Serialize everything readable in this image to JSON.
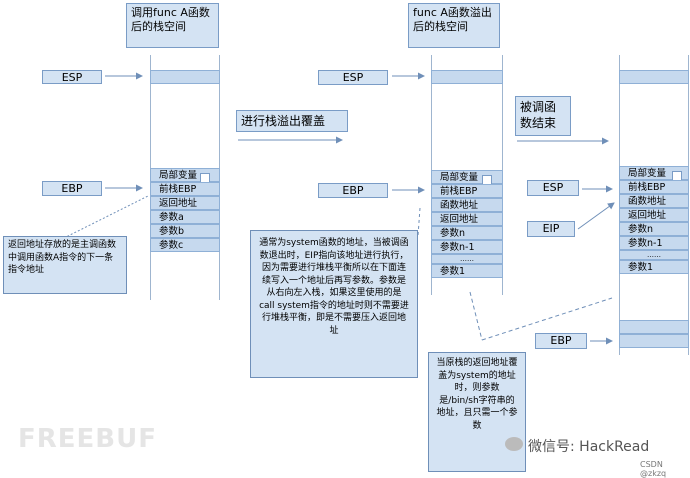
{
  "titles": {
    "left": "调用func A函数后的栈空间",
    "right": "func A函数溢出后的栈空间"
  },
  "actions": {
    "overflow": "进行栈溢出覆盖",
    "end": "被调函数结束"
  },
  "registers": {
    "esp": "ESP",
    "ebp": "EBP",
    "eip": "EIP"
  },
  "stack_left": [
    "局部变量",
    "前栈EBP",
    "返回地址",
    "参数a",
    "参数b",
    "参数c"
  ],
  "stack_mid": [
    "局部变量",
    "前栈EBP",
    "函数地址",
    "返回地址",
    "参数n",
    "参数n-1",
    "……",
    "参数1"
  ],
  "stack_right": [
    "局部变量",
    "前栈EBP",
    "函数地址",
    "返回地址",
    "参数n",
    "参数n-1",
    "……",
    "参数1"
  ],
  "notes": {
    "return_addr": "返回地址存放的是主调函数中调用函数A指令的下一条指令地址",
    "system_call": "通常为system函数的地址，当被调函数退出时，EIP指向该地址进行执行，因为需要进行堆栈平衡所以在下面连续写入一个地址后再写参数。参数是从右向左入栈，如果这里使用的是call system指令的地址时则不需要进行堆栈平衡，即是不需要压入返回地址",
    "return_override": "当原栈的返回地址覆盖为system的地址时，则参数是/bin/sh字符串的地址，且只需一个参数"
  },
  "watermark": {
    "freebuf": "FREEBUF",
    "wechat": "微信号: HackRead",
    "csdn": "CSDN @zkzq"
  }
}
